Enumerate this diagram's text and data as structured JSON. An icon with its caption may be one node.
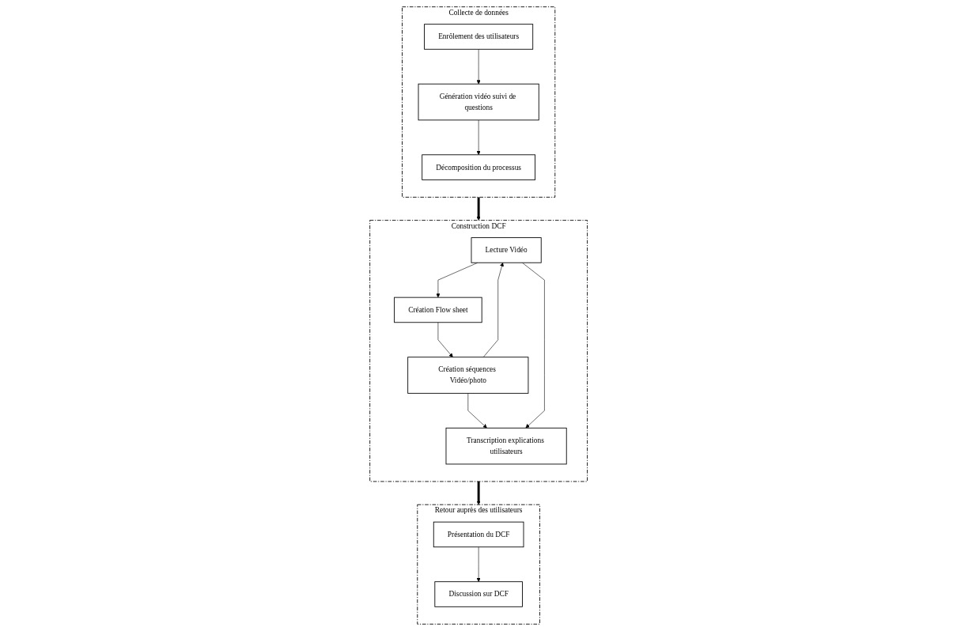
{
  "diagram": {
    "nodes": [
      {
        "text": [
          "Construction DCF"
        ]
      },
      {
        "text": [
          "Lecture Vidéo"
        ],
        "in": 0
      },
      {
        "text": [
          "Création Flow sheet"
        ],
        "in": 0
      },
      {
        "text": [
          "Création séquences Vidéo/photo"
        ],
        "in": 0
      },
      {
        "text": [
          "Transcription explications utilisateurs"
        ],
        "in": 0
      },
      {
        "text": [
          "Collecte de données"
        ]
      },
      {
        "text": [
          "Enrôlement des utilisateurs"
        ],
        "in": 5
      },
      {
        "text": [
          "Génération vidéo suivi de questions"
        ],
        "in": 5
      },
      {
        "text": [
          "Décomposition du processus"
        ],
        "in": 5
      },
      {
        "text": [
          "Retour auprès des utilisateurs"
        ]
      },
      {
        "text": [
          "Présentation du DCF"
        ],
        "in": 9
      },
      {
        "text": [
          "Discussion sur DCF"
        ],
        "in": 9
      }
    ],
    "edges": [
      {
        "from": 1,
        "to": 2,
        "arrow": "to"
      },
      {
        "from": 2,
        "to": 3,
        "arrow": "to"
      },
      {
        "from": 3,
        "to": 4,
        "arrow": "to"
      },
      {
        "from": 3,
        "to": 1,
        "arrow": "to"
      },
      {
        "from": 1,
        "to": 4,
        "arrow": "to"
      },
      {
        "from": 6,
        "to": 7,
        "arrow": "to"
      },
      {
        "from": 7,
        "to": 8,
        "arrow": "to"
      },
      {
        "from": 10,
        "to": 11,
        "arrow": "to"
      },
      {
        "from": 5,
        "to": 0,
        "arrow": "to",
        "style": "thick"
      },
      {
        "from": 0,
        "to": 9,
        "arrow": "to",
        "style": "thick"
      }
    ]
  }
}
